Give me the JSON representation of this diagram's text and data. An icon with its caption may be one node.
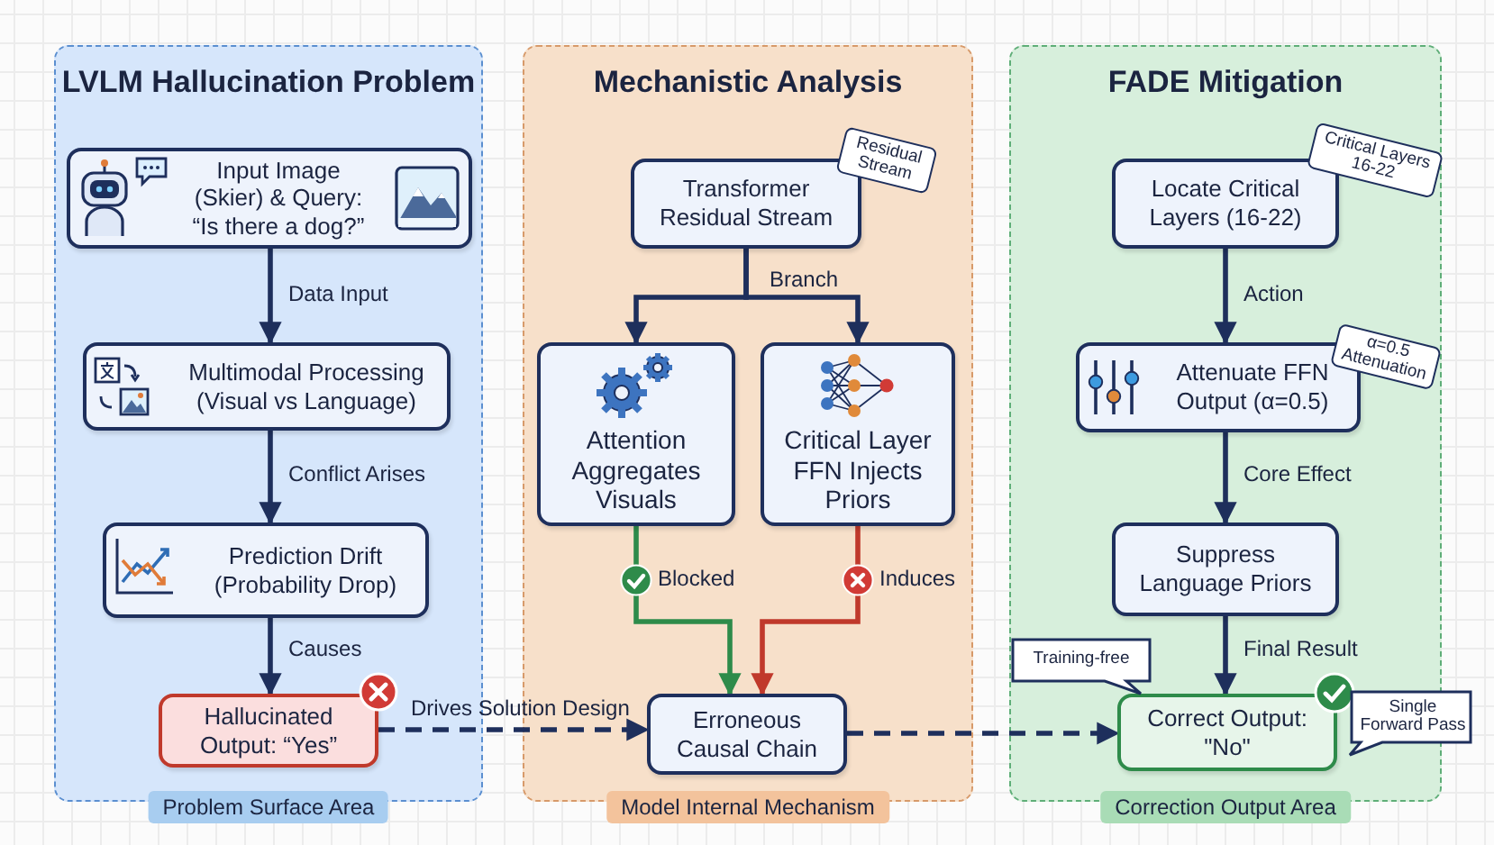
{
  "diagram": {
    "nodes": [
      {
        "text": [
          "LVLM Hallucination Problem",
          "Problem Surface Area"
        ]
      },
      {
        "text": [
          "Input Image (Skier) & Query: “Is there a dog?”"
        ],
        "in": 0
      },
      {
        "text": [
          "Multimodal Processing (Visual vs Language)"
        ],
        "in": 0
      },
      {
        "text": [
          "Prediction Drift (Probability Drop)"
        ],
        "in": 0
      },
      {
        "text": [
          "Hallucinated Output: “Yes”"
        ],
        "in": 0
      },
      {
        "text": [
          "Mechanistic Analysis",
          "Model Internal Mechanism"
        ]
      },
      {
        "text": [
          "Transformer Residual Stream"
        ],
        "in": 5
      },
      {
        "text": [
          "Residual Stream"
        ],
        "in": 5
      },
      {
        "text": [
          "Attention Aggregates Visuals"
        ],
        "in": 5
      },
      {
        "text": [
          "Critical Layer FFN Injects Priors"
        ],
        "in": 5
      },
      {
        "text": [
          "Erroneous Causal Chain"
        ],
        "in": 5
      },
      {
        "text": [
          "FADE Mitigation",
          "Correction Output Area"
        ]
      },
      {
        "text": [
          "Locate Critical Layers (16-22)"
        ],
        "in": 11
      },
      {
        "text": [
          "Critical Layers 16-22"
        ],
        "in": 11
      },
      {
        "text": [
          "Attenuate FFN Output (α=0.5)"
        ],
        "in": 11
      },
      {
        "text": [
          "α=0.5 Attenuation"
        ],
        "in": 11
      },
      {
        "text": [
          "Suppress Language Priors"
        ],
        "in": 11
      },
      {
        "text": [
          "Training-free"
        ],
        "in": 11
      },
      {
        "text": [
          "Correct Output: \"No\""
        ],
        "in": 11
      },
      {
        "text": [
          "Single Forward Pass"
        ]
      }
    ],
    "edges": [
      {
        "from": 1,
        "to": 2,
        "arrow": "to",
        "label": "Data Input"
      },
      {
        "from": 2,
        "to": 3,
        "arrow": "to",
        "label": "Conflict Arises"
      },
      {
        "from": 3,
        "to": 4,
        "arrow": "to",
        "label": "Causes"
      },
      {
        "from": 4,
        "to": 10,
        "arrow": "to",
        "label": "Drives Solution Design",
        "style": "dashed"
      },
      {
        "from": 6,
        "to": 8,
        "arrow": "to",
        "label": "Branch"
      },
      {
        "from": 6,
        "to": 9,
        "arrow": "to"
      },
      {
        "from": 8,
        "to": 10,
        "arrow": "to",
        "label": "Blocked",
        "color": "#2e8b4a"
      },
      {
        "from": 9,
        "to": 10,
        "arrow": "to",
        "label": "Induces",
        "color": "#c0392b"
      },
      {
        "from": 10,
        "to": 18,
        "arrow": "to",
        "style": "dashed"
      },
      {
        "from": 12,
        "to": 14,
        "arrow": "to",
        "label": "Action"
      },
      {
        "from": 14,
        "to": 16,
        "arrow": "to",
        "label": "Core Effect"
      },
      {
        "from": 16,
        "to": 18,
        "arrow": "to",
        "label": "Final Result"
      }
    ]
  }
}
